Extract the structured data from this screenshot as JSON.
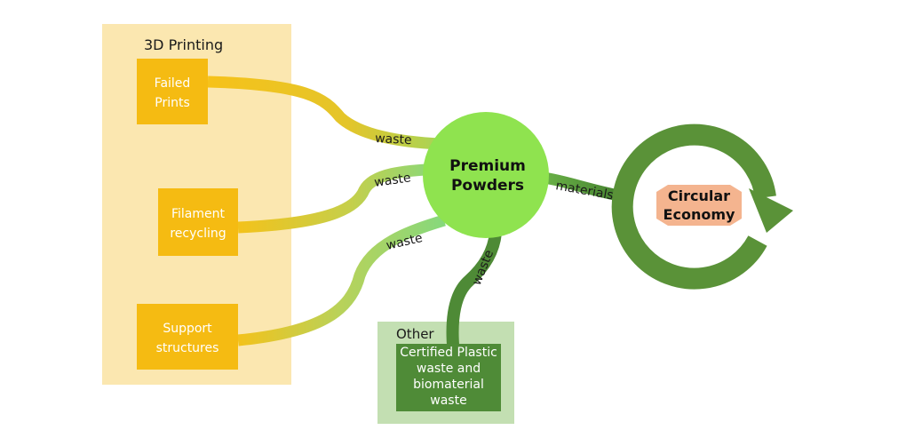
{
  "groups": {
    "printing": {
      "title": "3D Printing"
    },
    "other": {
      "title": "Other"
    }
  },
  "nodes": {
    "failed_prints": {
      "lines": [
        "Failed",
        "Prints"
      ]
    },
    "filament_recycling": {
      "lines": [
        "Filament",
        "recycling"
      ]
    },
    "support_structures": {
      "lines": [
        "Support",
        "structures"
      ]
    },
    "certified_waste": {
      "lines": [
        "Certified Plastic",
        "waste and",
        "biomaterial",
        "waste"
      ]
    },
    "premium_powders": {
      "lines": [
        "Premium",
        "Powders"
      ]
    },
    "circular_economy": {
      "lines": [
        "Circular",
        "Economy"
      ]
    }
  },
  "edges": {
    "failed_prints": {
      "label": "waste"
    },
    "filament_recycling": {
      "label": "waste"
    },
    "support_structures": {
      "label": "waste"
    },
    "certified_waste": {
      "label": "waste"
    },
    "to_circular": {
      "label": "materials"
    }
  },
  "colors": {
    "group_printing_bg": "#fbe7b0",
    "group_other_bg": "#c3dfb2",
    "yellow_box": "#f5bb12",
    "green_box": "#4f8b37",
    "powder_circle": "#8fe34f",
    "cycle_arrow": "#5a9238",
    "economy_fill": "#f4b48f",
    "yellow_ribbon": "#f3c21b",
    "light_green_ribbon": "#8fd47a",
    "dark_green_ribbon": "#4e8a36"
  }
}
